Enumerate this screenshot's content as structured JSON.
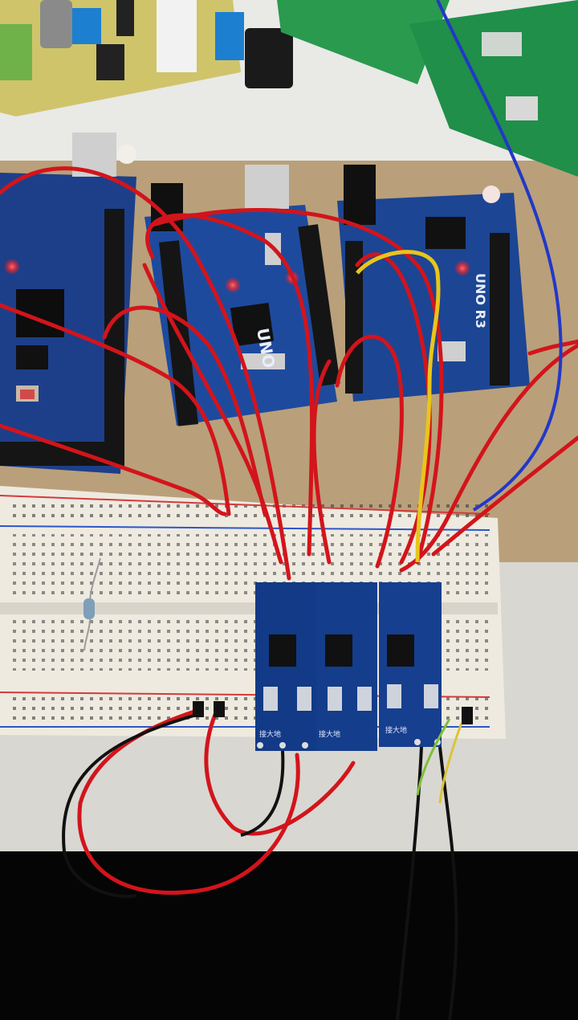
{
  "photo": {
    "board_labels": {
      "uno_left_silk": "UNO",
      "uno_right_silk": "UNO R3"
    },
    "module_labels": [
      "接大地",
      "接大地",
      "接大地"
    ],
    "colors": {
      "wood": "#b9a07a",
      "board_blue": "#1d3f8a",
      "pcb_green": "#1f8f4a",
      "wire_red": "#d3141b",
      "wire_yellow": "#e8c51a",
      "wire_blue": "#2238c8",
      "breadboard": "#eeeae0"
    }
  }
}
